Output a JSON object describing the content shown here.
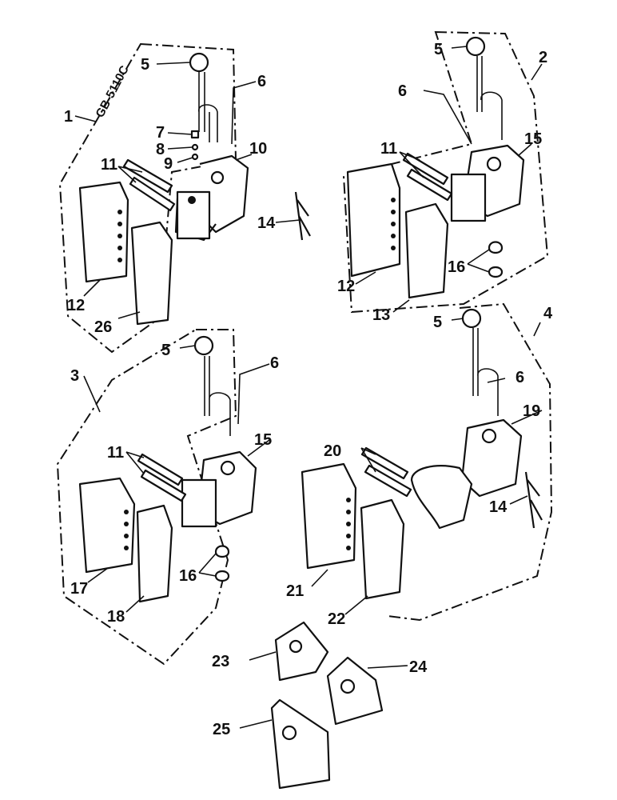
{
  "drawing_code": "GB-5110C",
  "callouts": [
    "1",
    "2",
    "3",
    "4",
    "5",
    "6",
    "7",
    "8",
    "9",
    "10",
    "11",
    "12",
    "13",
    "14",
    "15",
    "16",
    "17",
    "18",
    "19",
    "20",
    "21",
    "22",
    "23",
    "24",
    "25",
    "26"
  ]
}
